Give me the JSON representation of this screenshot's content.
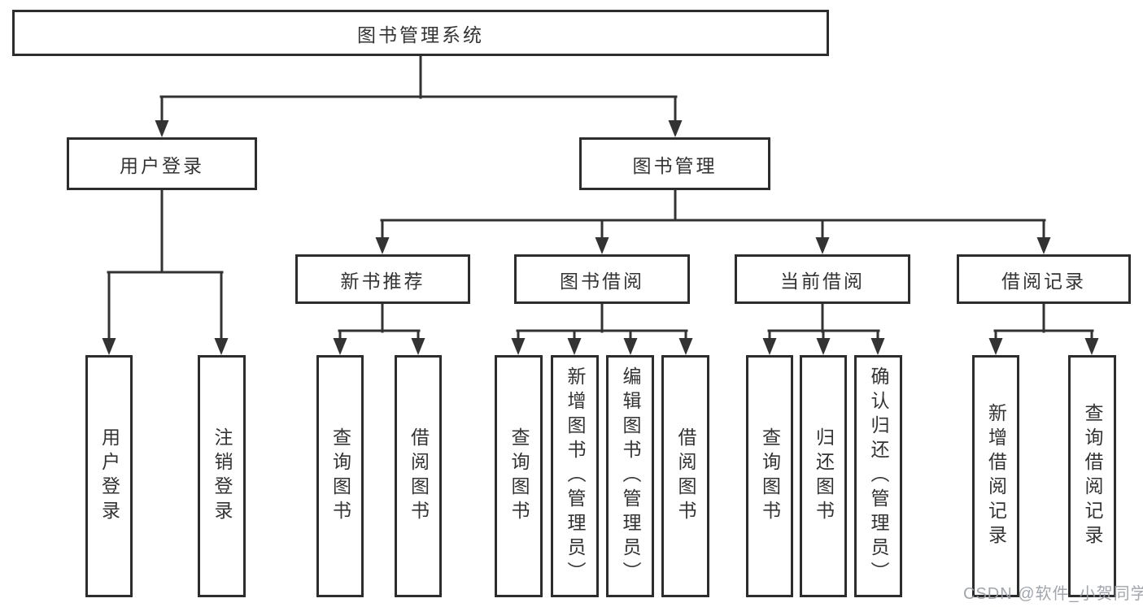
{
  "diagram_type": "hierarchy-tree",
  "tree": {
    "label": "图书管理系统",
    "children": [
      {
        "label": "用户登录",
        "children": [
          {
            "label": "用户登录"
          },
          {
            "label": "注销登录"
          }
        ]
      },
      {
        "label": "图书管理",
        "children": [
          {
            "label": "新书推荐",
            "children": [
              {
                "label": "查询图书"
              },
              {
                "label": "借阅图书"
              }
            ]
          },
          {
            "label": "图书借阅",
            "children": [
              {
                "label": "查询图书"
              },
              {
                "label": "新增图书（管理员）"
              },
              {
                "label": "编辑图书（管理员）"
              },
              {
                "label": "借阅图书"
              }
            ]
          },
          {
            "label": "当前借阅",
            "children": [
              {
                "label": "查询图书"
              },
              {
                "label": "归还图书"
              },
              {
                "label": "确认归还（管理员）"
              }
            ]
          },
          {
            "label": "借阅记录",
            "children": [
              {
                "label": "新增借阅记录"
              },
              {
                "label": "查询借阅记录"
              }
            ]
          }
        ]
      }
    ]
  },
  "colors": {
    "line": "#333333",
    "box_border": "#2d2d2d",
    "text": "#333333",
    "watermark": "#989EA8",
    "background": "#ffffff"
  },
  "watermark": {
    "text": "CSDN @软件_小贺同学"
  }
}
